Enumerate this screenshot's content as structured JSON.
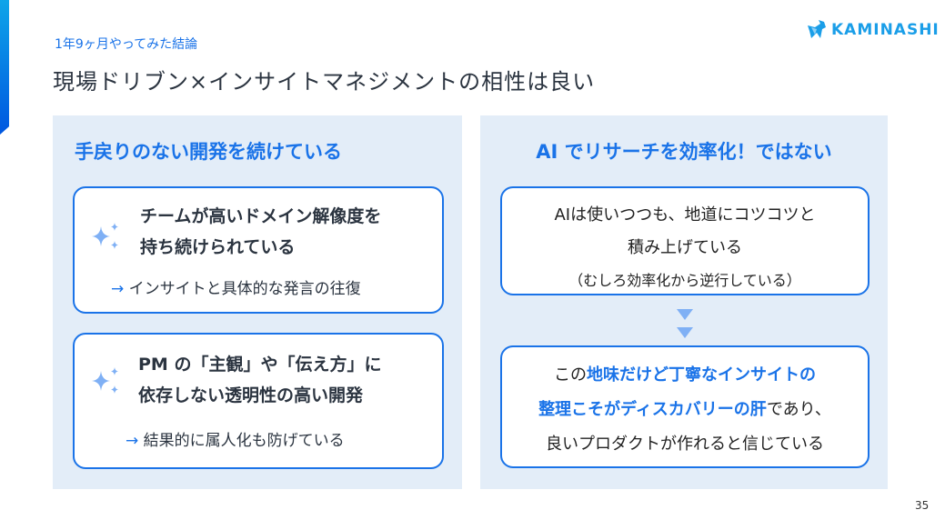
{
  "header": {
    "subtitle": "1年9ヶ月やってみた結論",
    "title": "現場ドリブン×インサイトマネジメントの相性は良い",
    "logo": "KAMINASHI"
  },
  "left": {
    "heading": "手戻りのない開発を続けている",
    "cards": [
      {
        "line1": "チームが高いドメイン解像度を",
        "line2": "持ち続けられている",
        "arrow": "→",
        "note": "インサイトと具体的な発言の往復"
      },
      {
        "line1": "PM の「主観」や「伝え方」に",
        "line2": "依存しない透明性の高い開発",
        "arrow": "→",
        "note": "結果的に属人化も防げている"
      }
    ]
  },
  "right": {
    "heading": "AI でリサーチを効率化！ではない",
    "card1": {
      "line1": "AIは使いつつも、地道にコツコツと",
      "line2": "積み上げている",
      "line3": "（むしろ効率化から逆行している）"
    },
    "card2": {
      "a": "この",
      "b": "地味だけど丁寧なインサイトの",
      "c": "整理こそがディスカバリーの肝",
      "d": "であり、",
      "e": "良いプロダクトが作れると信じている"
    }
  },
  "page_number": "35",
  "colors": {
    "accent": "#1a73e8",
    "panel": "#e3edf8"
  }
}
